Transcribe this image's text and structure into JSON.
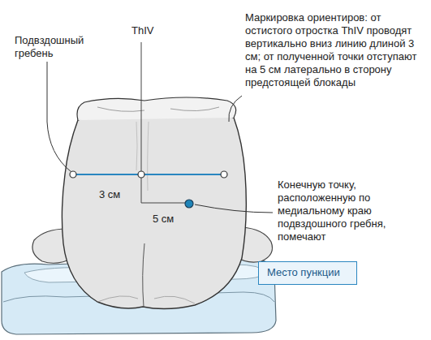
{
  "diagram": {
    "nodes": [
      {
        "text": [
          "Место пункции"
        ]
      }
    ],
    "labels": [
      "Подвздошный гребень",
      "ThIV",
      "Маркировка ориентиров: от остистого отростка ThIV проводят вертикально вниз линию длиной 3 см; от полученной точки отступают на 5 см латерально в сторону предстоящей блокады",
      "3 см",
      "5 см",
      "Конечную точку, расположенную по медиальному краю подвздошного гребня, помечают"
    ]
  }
}
